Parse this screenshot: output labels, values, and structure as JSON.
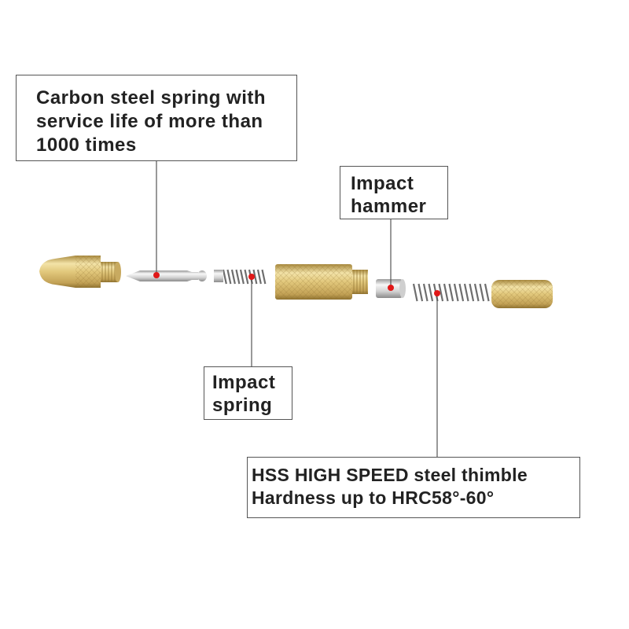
{
  "colors": {
    "brass_light": "#f3e3a8",
    "brass_mid": "#d8bd6c",
    "brass_dark": "#a8893e",
    "steel_light": "#f4f4f4",
    "steel_dark": "#9a9a9a",
    "marker_red": "#e01818",
    "callout_border": "#555555",
    "text": "#222222"
  },
  "callouts": {
    "carbon_spring": {
      "lines": [
        "Carbon steel spring with",
        "service life of more than",
        "1000 times"
      ]
    },
    "impact_hammer": {
      "lines": [
        "Impact",
        "hammer"
      ]
    },
    "impact_spring": {
      "lines": [
        "Impact",
        "spring"
      ]
    },
    "hss_thimble": {
      "lines": [
        "HSS HIGH SPEED steel thimble",
        "Hardness up to HRC58°-60°"
      ]
    }
  },
  "parts": [
    "tip-cap",
    "steel-pin",
    "impact-spring",
    "body-tube",
    "impact-hammer",
    "main-spring",
    "end-cap"
  ]
}
